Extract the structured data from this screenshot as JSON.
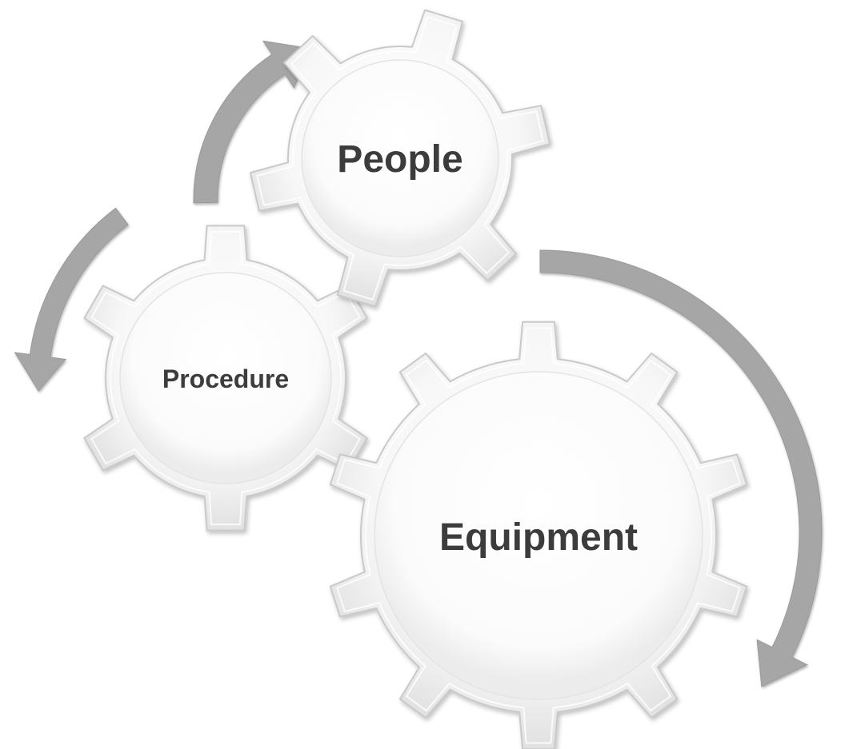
{
  "gears": {
    "people": {
      "label": "People"
    },
    "procedure": {
      "label": "Procedure"
    },
    "equipment": {
      "label": "Equipment"
    }
  },
  "colors": {
    "arrow": "#a6a6a6",
    "gear_fill_center": "#ffffff",
    "gear_fill_edge": "#e2e2e2",
    "gear_stroke": "#c9c9c9",
    "label": "#3c3c3c"
  },
  "icons": {
    "arrows": [
      "curved-arrow-icon",
      "curved-arrow-icon",
      "curved-arrow-icon"
    ],
    "gears": [
      "gear-icon",
      "gear-icon",
      "gear-icon"
    ]
  }
}
